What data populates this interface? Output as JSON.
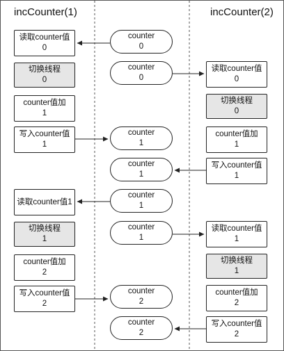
{
  "titles": {
    "left": "incCounter(1)",
    "right": "incCounter(2)"
  },
  "colors": {
    "line": "#222222",
    "box_fill": "#ffffff",
    "switch_fill": "#e6e6e6",
    "divider": "#555555"
  },
  "left": [
    {
      "l1": "读取counter值",
      "l2": "0"
    },
    {
      "l1": "切换线程",
      "l2": "0"
    },
    {
      "l1": "counter值加",
      "l2": "1"
    },
    {
      "l1": "写入counter值",
      "l2": "1"
    },
    {
      "l1": "读取counter值1",
      "l2": ""
    },
    {
      "l1": "切换线程",
      "l2": "1"
    },
    {
      "l1": "counter值加",
      "l2": "2"
    },
    {
      "l1": "写入counter值",
      "l2": "2"
    }
  ],
  "middle": [
    {
      "l1": "counter",
      "l2": "0"
    },
    {
      "l1": "counter",
      "l2": "0"
    },
    {
      "l1": "counter",
      "l2": "1"
    },
    {
      "l1": "counter",
      "l2": "1"
    },
    {
      "l1": "counter",
      "l2": "1"
    },
    {
      "l1": "counter",
      "l2": "1"
    },
    {
      "l1": "counter",
      "l2": "2"
    },
    {
      "l1": "counter",
      "l2": "2"
    }
  ],
  "right": [
    {
      "l1": "读取counter值",
      "l2": "0"
    },
    {
      "l1": "切换线程",
      "l2": "0"
    },
    {
      "l1": "counter值加",
      "l2": "1"
    },
    {
      "l1": "写入counter值",
      "l2": "1"
    },
    {
      "l1": "读取counter值",
      "l2": "1"
    },
    {
      "l1": "切换线程",
      "l2": "1"
    },
    {
      "l1": "counter值加",
      "l2": "2"
    },
    {
      "l1": "写入counter值",
      "l2": "2"
    }
  ]
}
